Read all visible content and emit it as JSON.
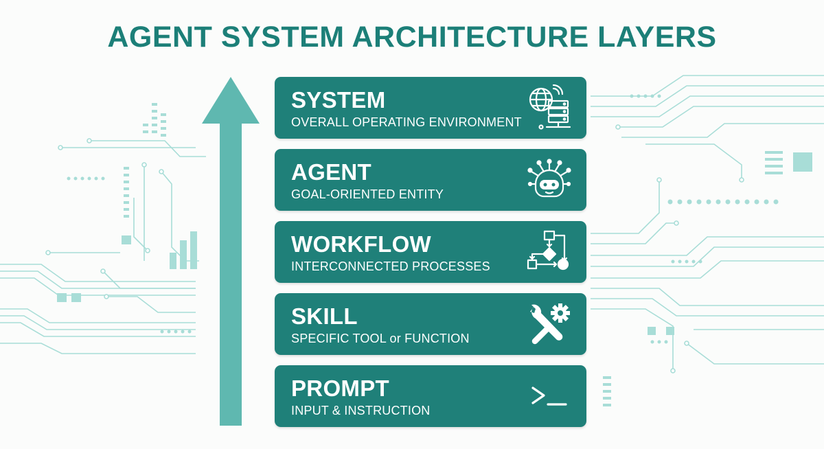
{
  "title": "AGENT SYSTEM ARCHITECTURE LAYERS",
  "layers": [
    {
      "name": "SYSTEM",
      "description": "OVERALL OPERATING ENVIRONMENT",
      "icon": "globe-server-icon"
    },
    {
      "name": "AGENT",
      "description": "GOAL-ORIENTED ENTITY",
      "icon": "robot-icon"
    },
    {
      "name": "WORKFLOW",
      "description": "INTERCONNECTED PROCESSES",
      "icon": "flowchart-icon"
    },
    {
      "name": "SKILL",
      "description": "SPECIFIC TOOL or FUNCTION",
      "icon": "wrench-gear-icon"
    },
    {
      "name": "PROMPT",
      "description": "INPUT & INSTRUCTION",
      "icon": "terminal-prompt-icon"
    }
  ],
  "colors": {
    "layer_fill": "#1f8079",
    "title": "#1c7f78",
    "arrow": "#5fb8b0",
    "circuit": "#a8ddd7",
    "background": "#fbfcfb"
  }
}
